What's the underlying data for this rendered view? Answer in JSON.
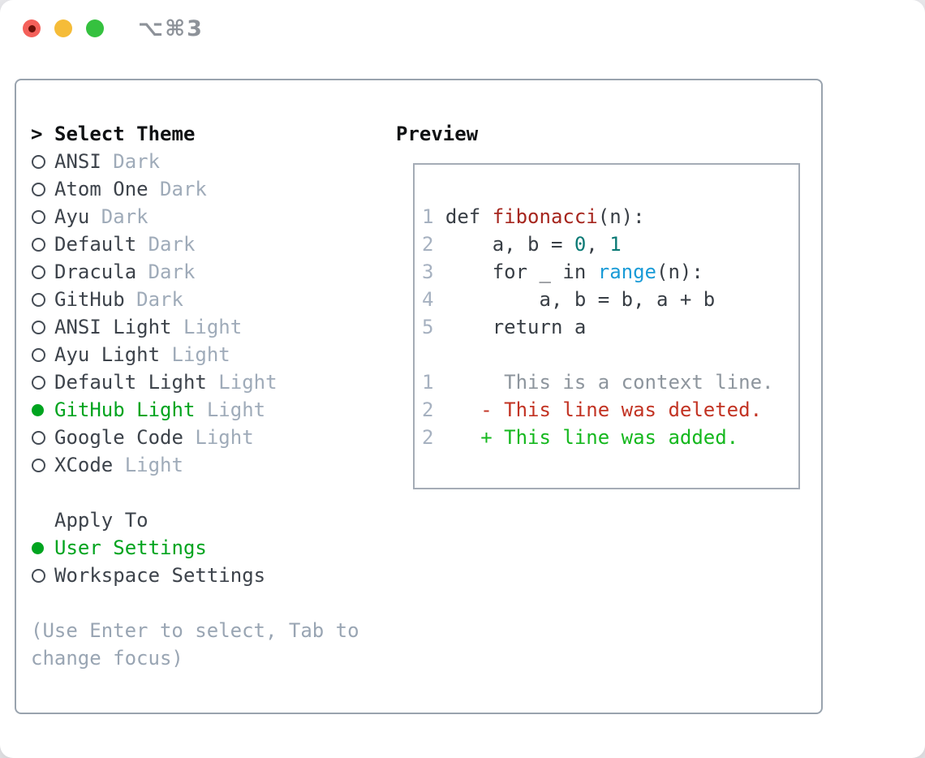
{
  "window": {
    "title": "⌥⌘3",
    "traffic_lights": [
      "close",
      "minimize",
      "zoom"
    ]
  },
  "theme_section": {
    "cursor": ">",
    "title": "Select Theme",
    "themes": [
      {
        "name": "ANSI",
        "variant": "Dark",
        "selected": false
      },
      {
        "name": "Atom One",
        "variant": "Dark",
        "selected": false
      },
      {
        "name": "Ayu",
        "variant": "Dark",
        "selected": false
      },
      {
        "name": "Default",
        "variant": "Dark",
        "selected": false
      },
      {
        "name": "Dracula",
        "variant": "Dark",
        "selected": false
      },
      {
        "name": "GitHub",
        "variant": "Dark",
        "selected": false
      },
      {
        "name": "ANSI Light",
        "variant": "Light",
        "selected": false
      },
      {
        "name": "Ayu Light",
        "variant": "Light",
        "selected": false
      },
      {
        "name": "Default Light",
        "variant": "Light",
        "selected": false
      },
      {
        "name": "GitHub Light",
        "variant": "Light",
        "selected": true
      },
      {
        "name": "Google Code",
        "variant": "Light",
        "selected": false
      },
      {
        "name": "XCode",
        "variant": "Light",
        "selected": false
      }
    ]
  },
  "apply_section": {
    "title": "Apply To",
    "options": [
      {
        "name": "User Settings",
        "selected": true
      },
      {
        "name": "Workspace Settings",
        "selected": false
      }
    ]
  },
  "hint": "(Use Enter to select, Tab to change focus)",
  "preview": {
    "title": "Preview",
    "lines": [
      {
        "no": "1",
        "parts": [
          [
            " def ",
            "code"
          ],
          [
            "fibonacci",
            "fn"
          ],
          [
            "(n):",
            "code"
          ]
        ]
      },
      {
        "no": "2",
        "parts": [
          [
            "     a, b = ",
            "code"
          ],
          [
            "0",
            "num"
          ],
          [
            ", ",
            "code"
          ],
          [
            "1",
            "num"
          ]
        ]
      },
      {
        "no": "3",
        "parts": [
          [
            "     for _ in ",
            "code"
          ],
          [
            "range",
            "bi"
          ],
          [
            "(n):",
            "code"
          ]
        ]
      },
      {
        "no": "4",
        "parts": [
          [
            "         a, b = b, a + b",
            "code"
          ]
        ]
      },
      {
        "no": "5",
        "parts": [
          [
            "     return a",
            "code"
          ]
        ]
      },
      {
        "no": "",
        "parts": []
      },
      {
        "no": "1",
        "parts": [
          [
            "      This is a context line.",
            "ctx"
          ]
        ]
      },
      {
        "no": "2",
        "parts": [
          [
            "    - This line was deleted.",
            "del"
          ]
        ]
      },
      {
        "no": "2",
        "parts": [
          [
            "    + This line was added.",
            "add"
          ]
        ]
      }
    ]
  },
  "colors": {
    "selection_green": "#00a41f",
    "diff_added_green": "#15b81e",
    "diff_deleted_red": "#c23323",
    "function_red": "#a6261e",
    "number_teal": "#0b7a75",
    "builtin_blue": "#1a9bd7",
    "muted_gray": "#9fabb9",
    "panel_border": "#99a3ae"
  }
}
